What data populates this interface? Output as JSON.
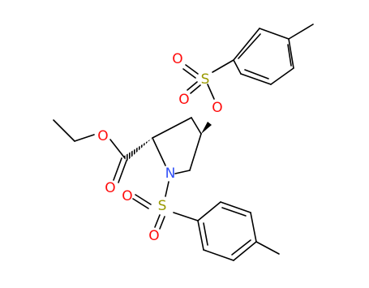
{
  "molecule": {
    "atoms": {
      "o_ester_ether": "O",
      "o_ester_carbonyl": "O",
      "n_ring": "N",
      "o_sulfonate_link": "O",
      "s_top": "S",
      "o_top_s_1": "O",
      "o_top_s_2": "O",
      "s_bottom": "S",
      "o_bottom_s_1": "O",
      "o_bottom_s_2": "O"
    },
    "colors": {
      "bond": "#000000",
      "oxygen": "#ff0d0d",
      "nitrogen": "#3050f8",
      "sulfur": "#9a9a00"
    }
  }
}
